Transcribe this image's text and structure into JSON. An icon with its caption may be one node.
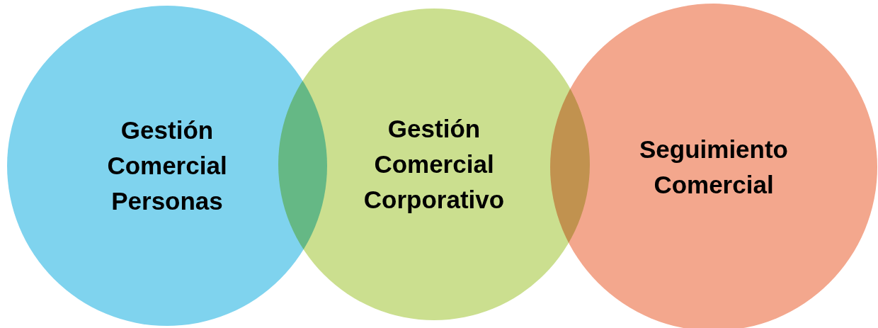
{
  "diagram": {
    "nodes": [
      {
        "text": [
          "Gestión Comercial Personas"
        ]
      },
      {
        "text": [
          "Gestión Comercial Corporativo"
        ]
      },
      {
        "text": [
          "Seguimiento Comercial"
        ]
      }
    ]
  }
}
